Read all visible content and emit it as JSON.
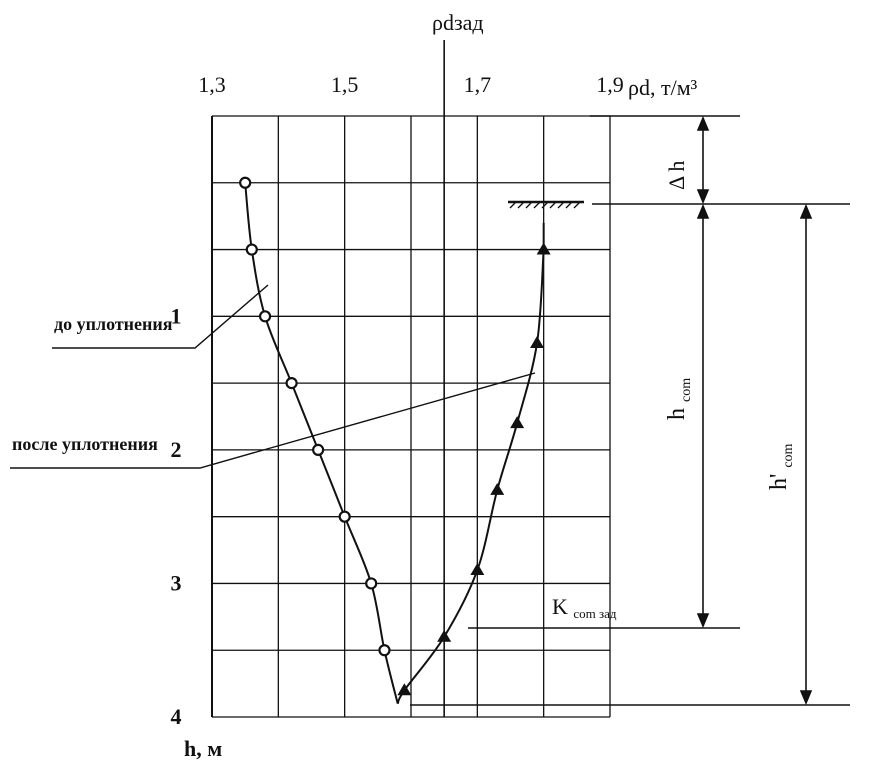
{
  "chart_data": {
    "type": "line",
    "x_axis_label": "ρd, т/м³",
    "y_axis_label": "h, м",
    "top_reference_label": "ρdзад",
    "x_ticks": [
      "1,3",
      "1,5",
      "1,7",
      "1,9"
    ],
    "y_ticks": [
      "1",
      "2",
      "3",
      "4"
    ],
    "xlim": [
      1.3,
      1.9
    ],
    "ylim": [
      -0.5,
      4.0
    ],
    "y_direction": "down",
    "grid": true,
    "reference_density": 1.65,
    "series": [
      {
        "name": "до уплотнения",
        "marker": "circle",
        "points": [
          {
            "x": 1.35,
            "y": 0.0
          },
          {
            "x": 1.36,
            "y": 0.5
          },
          {
            "x": 1.38,
            "y": 1.0
          },
          {
            "x": 1.42,
            "y": 1.5
          },
          {
            "x": 1.46,
            "y": 2.0
          },
          {
            "x": 1.5,
            "y": 2.5
          },
          {
            "x": 1.54,
            "y": 3.0
          },
          {
            "x": 1.56,
            "y": 3.5
          },
          {
            "x": 1.58,
            "y": 3.9
          }
        ]
      },
      {
        "name": "после уплотнения",
        "marker": "triangle",
        "points": [
          {
            "x": 1.8,
            "y": 0.5
          },
          {
            "x": 1.79,
            "y": 1.2
          },
          {
            "x": 1.76,
            "y": 1.8
          },
          {
            "x": 1.73,
            "y": 2.3
          },
          {
            "x": 1.7,
            "y": 2.9
          },
          {
            "x": 1.65,
            "y": 3.4
          },
          {
            "x": 1.59,
            "y": 3.8
          },
          {
            "x": 1.58,
            "y": 3.9
          }
        ]
      }
    ],
    "annotations": {
      "delta_h": "Δ h",
      "h_com": "h",
      "h_com_sub": "com",
      "h_prime_com": "h'",
      "h_prime_com_sub": "com",
      "k_com": "K",
      "k_com_sub": "com зад",
      "before_label": "до уплотнения",
      "after_label": "после уплотнения"
    }
  }
}
